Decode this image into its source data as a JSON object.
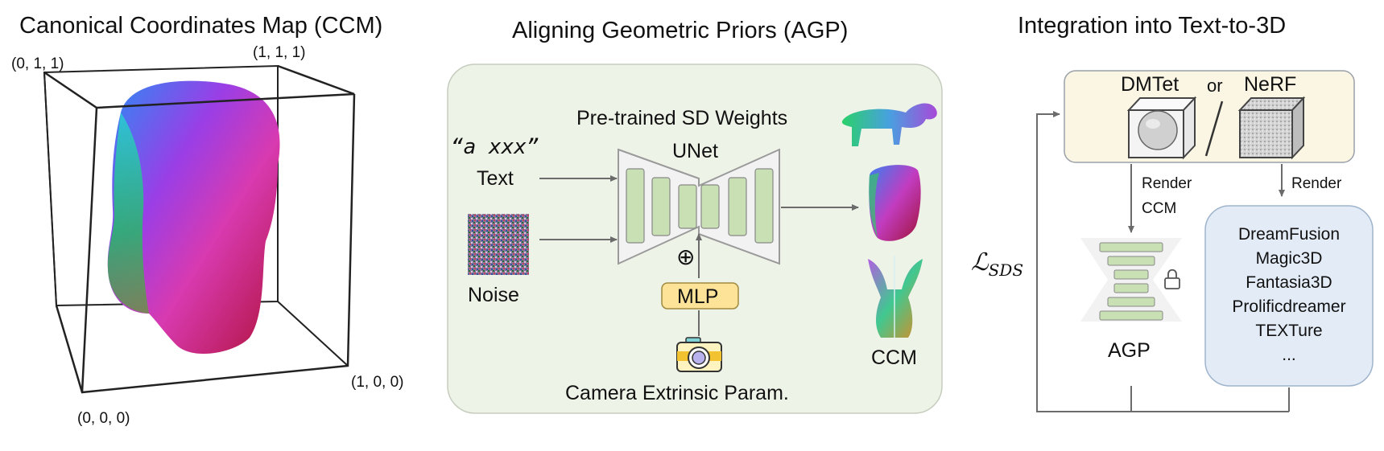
{
  "ccm_panel": {
    "title": "Canonical Coordinates Map (CCM)",
    "corner_top_left": "(0, 1, 1)",
    "corner_top_right": "(1, 1, 1)",
    "corner_bottom_right": "(1, 0, 0)",
    "corner_bottom_left": "(0, 0, 0)"
  },
  "agp_panel": {
    "title": "Aligning Geometric Priors (AGP)",
    "weights_label": "Pre-trained SD Weights",
    "prompt_text": "“a xxx”",
    "text_label": "Text",
    "noise_label": "Noise",
    "unet_label": "UNet",
    "oplus": "⊕",
    "mlp_label": "MLP",
    "camera_label": "Camera Extrinsic Param.",
    "ccm_output_label": "CCM"
  },
  "integration_panel": {
    "title": "Integration into Text-to-3D",
    "dmtet_label": "DMTet",
    "or_label": "or",
    "nerf_label": "NeRF",
    "render_ccm_label_1": "Render",
    "render_ccm_label_2": "CCM",
    "render_label": "Render",
    "loss_symbol": "ℒ",
    "loss_subscript": "SDS",
    "agp_label": "AGP",
    "methods": [
      "DreamFusion",
      "Magic3D",
      "Fantasia3D",
      "Prolificdreamer",
      "TEXTure",
      "..."
    ]
  },
  "colors": {
    "agp_box_fill": "#eef3e8",
    "unet_block_fill": "#c8e0b4",
    "mlp_fill": "#fde398",
    "integration_top_fill": "#fbf6e4",
    "methods_box_fill": "#e2ebf6",
    "arrow_gray": "#6b6b6b"
  }
}
